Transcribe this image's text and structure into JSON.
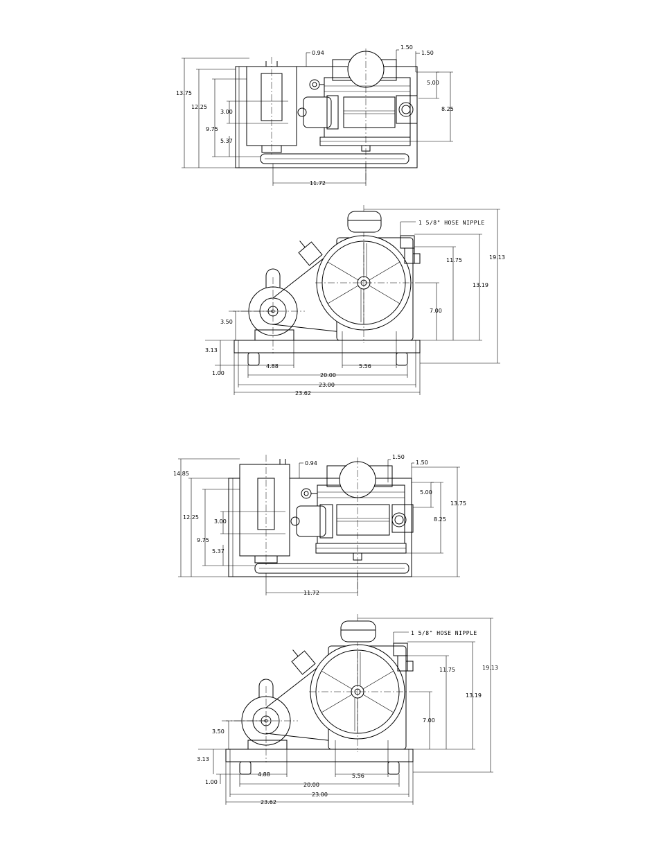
{
  "drawings": [
    {
      "view": "top",
      "dims": {
        "a": "0.94",
        "b": "1.50",
        "c": "1.50",
        "d": "5.00",
        "e": "8.25",
        "f": "13.75",
        "g": "12.25",
        "h": "3.00",
        "i": "9.75",
        "j": "5.37",
        "k": "11.72"
      }
    },
    {
      "view": "side",
      "dims": {
        "note": "1 5/8\" HOSE NIPPLE",
        "a": "11.75",
        "b": "19.13",
        "c": "13.19",
        "d": "7.00",
        "e": "3.50",
        "f": "3.13",
        "g": "4.88",
        "h": "5.56",
        "i": "1.00",
        "j": "20.00",
        "k": "23.00",
        "l": "23.62"
      }
    },
    {
      "view": "top",
      "dims": {
        "a": "0.94",
        "b": "1.50",
        "c": "1.50",
        "d": "5.00",
        "e": "8.25",
        "f": "13.75",
        "g": "14.85",
        "h": "12.25",
        "i": "3.00",
        "j": "9.75",
        "k": "5.37",
        "l": "11.72"
      }
    },
    {
      "view": "side",
      "dims": {
        "note": "1 5/8\" HOSE NIPPLE",
        "a": "11.75",
        "b": "19.13",
        "c": "13.19",
        "d": "7.00",
        "e": "3.50",
        "f": "3.13",
        "g": "4.88",
        "h": "5.56",
        "i": "1.00",
        "j": "20.00",
        "k": "23.00",
        "l": "23.62"
      }
    }
  ]
}
